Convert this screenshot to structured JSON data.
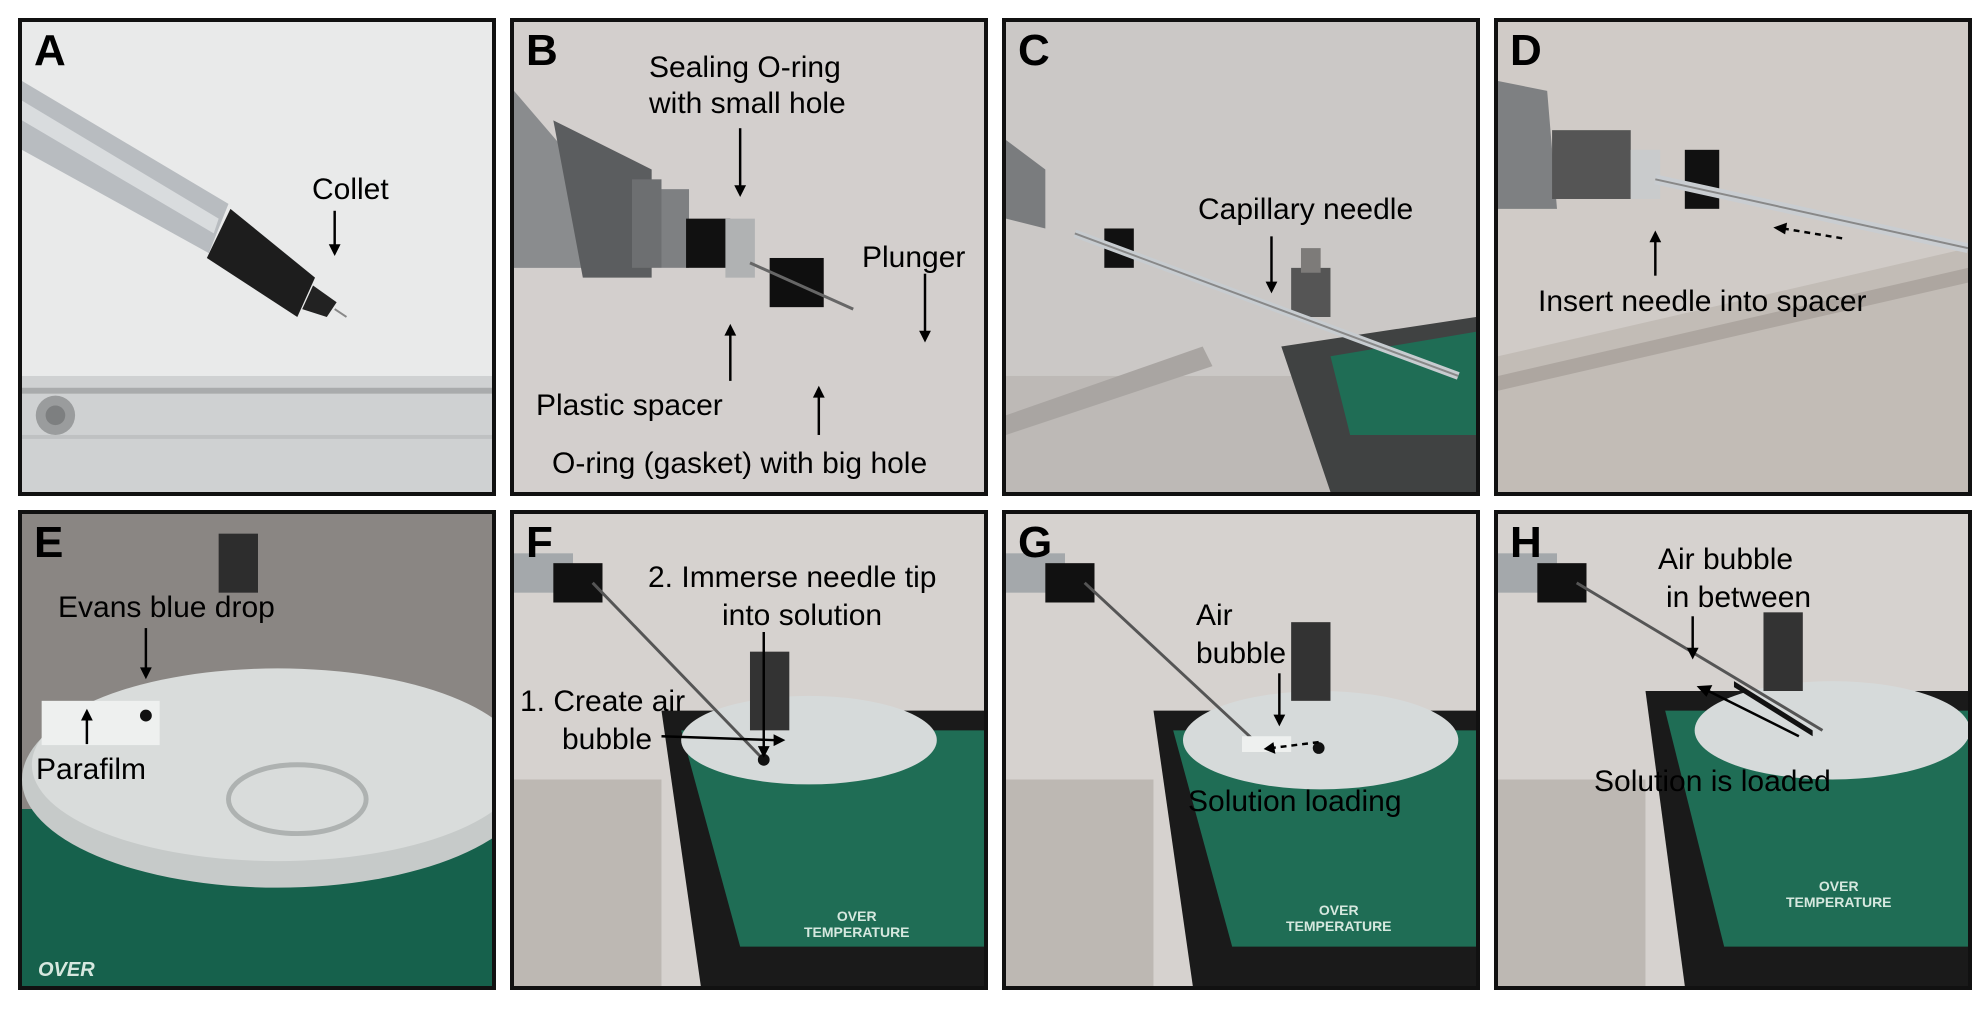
{
  "panels": [
    {
      "letter": "A",
      "labels": [
        "Collet"
      ]
    },
    {
      "letter": "B",
      "labels": [
        "Sealing O-ring",
        "with small hole",
        "Plunger",
        "Plastic spacer",
        "O-ring (gasket) with big hole"
      ]
    },
    {
      "letter": "C",
      "labels": [
        "Capillary needle"
      ]
    },
    {
      "letter": "D",
      "labels": [
        "Insert needle into spacer"
      ]
    },
    {
      "letter": "E",
      "labels": [
        "Evans blue drop",
        "Parafilm"
      ],
      "stamp": "OVER"
    },
    {
      "letter": "F",
      "labels": [
        "2. Immerse needle tip",
        "into solution",
        "1. Create air",
        "bubble"
      ],
      "stamp_lines": [
        "OVER",
        "TEMPERATURE"
      ]
    },
    {
      "letter": "G",
      "labels": [
        "Air",
        "bubble",
        "Solution loading"
      ],
      "stamp_lines": [
        "OVER",
        "TEMPERATURE"
      ]
    },
    {
      "letter": "H",
      "labels": [
        "Air bubble",
        "in between",
        "Solution is loaded"
      ],
      "stamp_lines": [
        "OVER",
        "TEMPERATURE"
      ]
    }
  ],
  "colors": {
    "border": "#111111",
    "green": "#1f6d55",
    "metal": "#b4b8bc",
    "wall": "#e6e4e0"
  }
}
